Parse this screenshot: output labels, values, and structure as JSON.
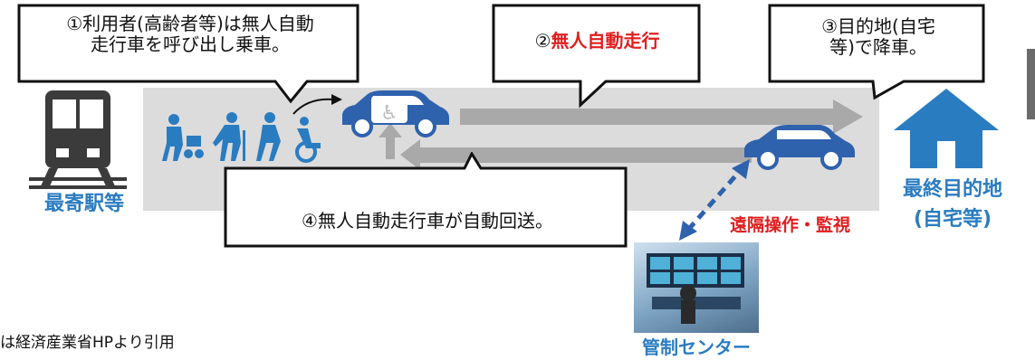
{
  "callouts": {
    "step1": "①利用者(高齢者等)は無人自動\n走行車を呼び出し乗車。",
    "step2_prefix": "②",
    "step2_highlight": "無人自動走行",
    "step3": "③目的地(自宅\n等)で降車。",
    "step4": "④無人自動走行車が自動回送。"
  },
  "labels": {
    "origin": "最寄駅等",
    "destination_line1": "最終目的地",
    "destination_line2": "(自宅等)",
    "remote": "遠隔操作・監視",
    "control_center": "管制センター"
  },
  "footer": {
    "citation": "は経済産業省HPより引用"
  },
  "colors": {
    "accent_blue": "#2a7cc1",
    "accent_red": "#e01e1e",
    "band": "#dcdcdc",
    "arrow": "#a9a9a9"
  }
}
